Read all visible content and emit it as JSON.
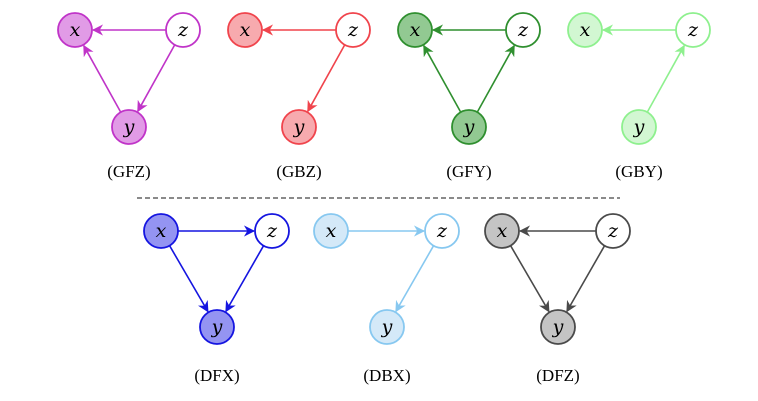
{
  "figure": {
    "top_row": [
      {
        "id": "GFZ",
        "caption": "(GFZ)",
        "stroke": "#c034c8",
        "fill": "#e19be6",
        "nodes": {
          "x": {
            "label": "x",
            "filled": true
          },
          "z": {
            "label": "z",
            "filled": false
          },
          "y": {
            "label": "y",
            "filled": true
          }
        },
        "edges": [
          [
            "z",
            "x"
          ],
          [
            "z",
            "y"
          ],
          [
            "y",
            "x"
          ]
        ]
      },
      {
        "id": "GBZ",
        "caption": "(GBZ)",
        "stroke": "#f0444c",
        "fill": "#f7aaae",
        "nodes": {
          "x": {
            "label": "x",
            "filled": true
          },
          "z": {
            "label": "z",
            "filled": false
          },
          "y": {
            "label": "y",
            "filled": true
          }
        },
        "edges": [
          [
            "z",
            "x"
          ],
          [
            "z",
            "y"
          ]
        ]
      },
      {
        "id": "GFY",
        "caption": "(GFY)",
        "stroke": "#2f8f2f",
        "fill": "#92c992",
        "nodes": {
          "x": {
            "label": "x",
            "filled": true
          },
          "z": {
            "label": "z",
            "filled": false
          },
          "y": {
            "label": "y",
            "filled": true
          }
        },
        "edges": [
          [
            "z",
            "x"
          ],
          [
            "y",
            "x"
          ],
          [
            "y",
            "z"
          ]
        ]
      },
      {
        "id": "GBY",
        "caption": "(GBY)",
        "stroke": "#8ef08e",
        "fill": "#d2f7d2",
        "nodes": {
          "x": {
            "label": "x",
            "filled": true
          },
          "z": {
            "label": "z",
            "filled": false
          },
          "y": {
            "label": "y",
            "filled": true
          }
        },
        "edges": [
          [
            "z",
            "x"
          ],
          [
            "y",
            "z"
          ]
        ]
      }
    ],
    "bottom_row": [
      {
        "id": "DFX",
        "caption": "(DFX)",
        "stroke": "#1515e0",
        "fill": "#9494f2",
        "nodes": {
          "x": {
            "label": "x",
            "filled": true
          },
          "z": {
            "label": "z",
            "filled": false
          },
          "y": {
            "label": "y",
            "filled": true
          }
        },
        "edges": [
          [
            "x",
            "z"
          ],
          [
            "x",
            "y"
          ],
          [
            "z",
            "y"
          ]
        ]
      },
      {
        "id": "DBX",
        "caption": "(DBX)",
        "stroke": "#87c8f0",
        "fill": "#d4e9f8",
        "nodes": {
          "x": {
            "label": "x",
            "filled": true
          },
          "z": {
            "label": "z",
            "filled": false
          },
          "y": {
            "label": "y",
            "filled": true
          }
        },
        "edges": [
          [
            "x",
            "z"
          ],
          [
            "z",
            "y"
          ]
        ]
      },
      {
        "id": "DFZ",
        "caption": "(DFZ)",
        "stroke": "#4a4a4a",
        "fill": "#c4c4c4",
        "nodes": {
          "x": {
            "label": "x",
            "filled": true
          },
          "z": {
            "label": "z",
            "filled": false
          },
          "y": {
            "label": "y",
            "filled": true
          }
        },
        "edges": [
          [
            "z",
            "x"
          ],
          [
            "x",
            "y"
          ],
          [
            "z",
            "y"
          ]
        ]
      }
    ],
    "separator": {
      "style": "dashed",
      "color": "#444444"
    }
  }
}
